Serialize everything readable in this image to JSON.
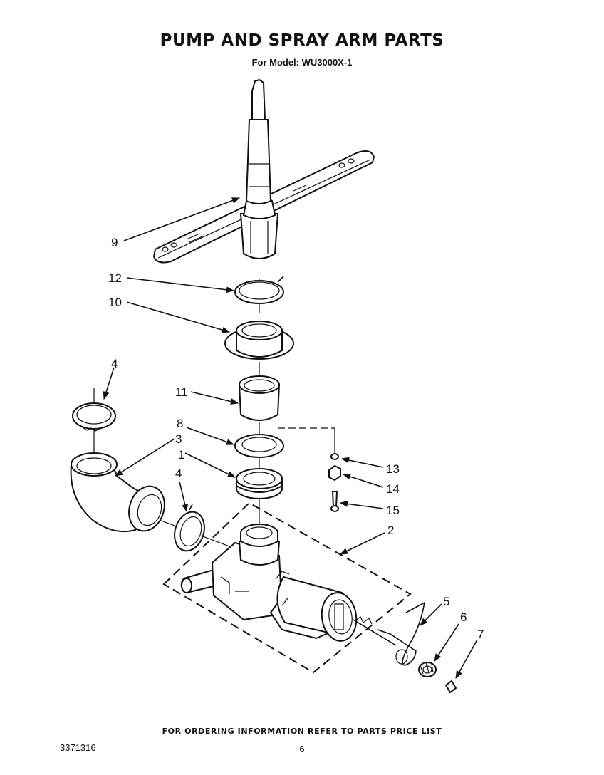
{
  "title": "PUMP AND SPRAY ARM PARTS",
  "subtitle": "For Model: WU3000X-1",
  "footer_note": "FOR ORDERING INFORMATION REFER TO PARTS PRICE LIST",
  "doc_number": "3371316",
  "page_number": "6",
  "callouts": {
    "c1": "1",
    "c2": "2",
    "c3": "3",
    "c4a": "4",
    "c4b": "4",
    "c5": "5",
    "c6": "6",
    "c7": "7",
    "c8": "8",
    "c9": "9",
    "c10": "10",
    "c11": "11",
    "c12": "12",
    "c13": "13",
    "c14": "14",
    "c15": "15"
  }
}
